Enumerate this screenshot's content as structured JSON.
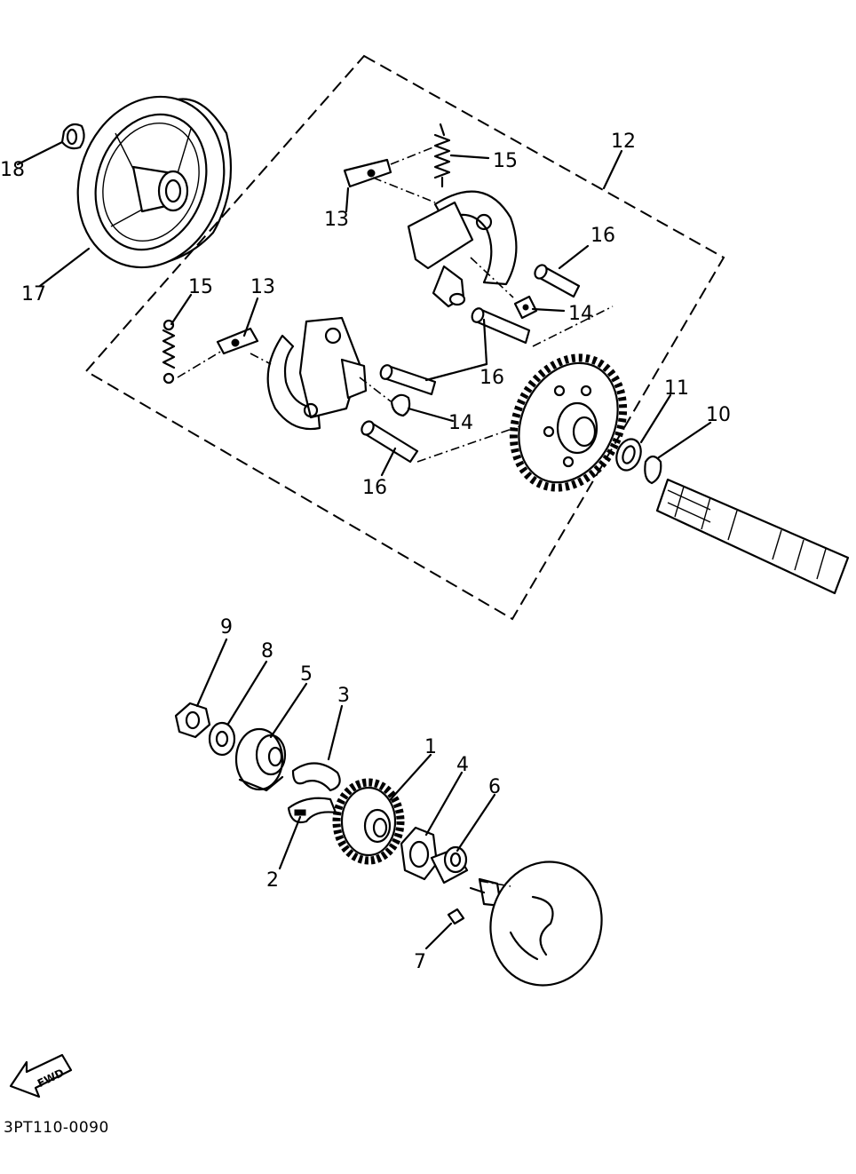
{
  "diagram": {
    "code": "3PT110-0090",
    "fwd_label": "FWD",
    "labels": {
      "l1": "1",
      "l2": "2",
      "l3": "3",
      "l4": "4",
      "l5": "5",
      "l6": "6",
      "l7": "7",
      "l8": "8",
      "l9": "9",
      "l10": "10",
      "l11": "11",
      "l12": "12",
      "l13a": "13",
      "l13b": "13",
      "l14a": "14",
      "l14b": "14",
      "l15a": "15",
      "l15b": "15",
      "l16a": "16",
      "l16b": "16",
      "l16c": "16",
      "l17": "17",
      "l18": "18"
    }
  }
}
